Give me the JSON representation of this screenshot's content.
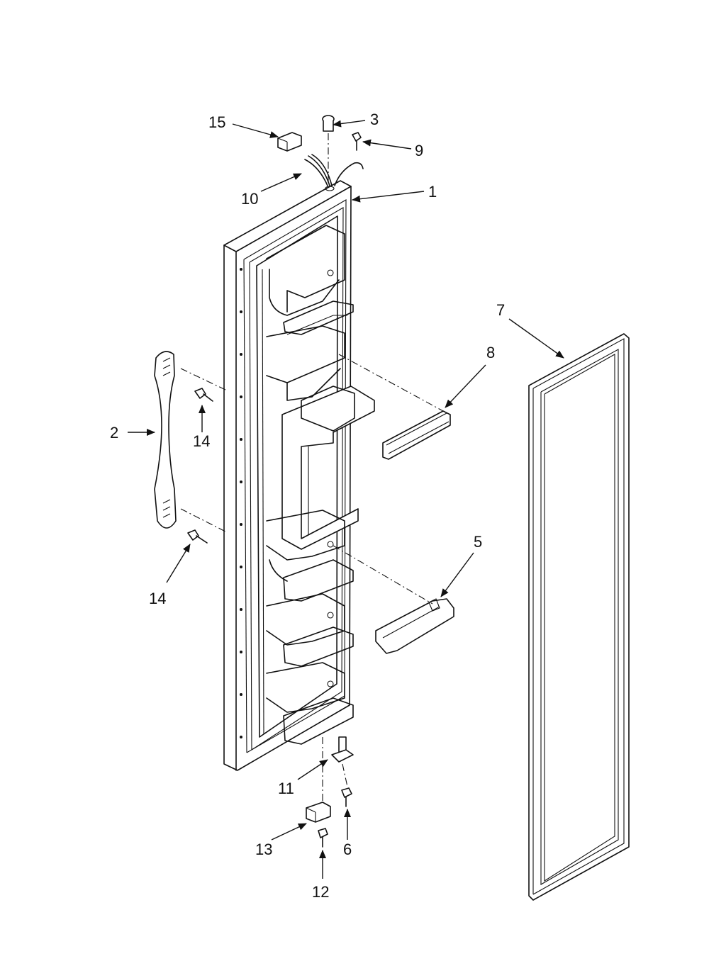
{
  "callouts": [
    {
      "id": "c1",
      "text": "1"
    },
    {
      "id": "c2",
      "text": "2"
    },
    {
      "id": "c3",
      "text": "3"
    },
    {
      "id": "c5",
      "text": "5"
    },
    {
      "id": "c6",
      "text": "6"
    },
    {
      "id": "c7",
      "text": "7"
    },
    {
      "id": "c8",
      "text": "8"
    },
    {
      "id": "c9",
      "text": "9"
    },
    {
      "id": "c10",
      "text": "10"
    },
    {
      "id": "c11",
      "text": "11"
    },
    {
      "id": "c12",
      "text": "12"
    },
    {
      "id": "c13",
      "text": "13"
    },
    {
      "id": "c14a",
      "text": "14"
    },
    {
      "id": "c14b",
      "text": "14"
    },
    {
      "id": "c15",
      "text": "15"
    }
  ],
  "colors": {
    "ink": "#111111",
    "paper": "#ffffff"
  }
}
